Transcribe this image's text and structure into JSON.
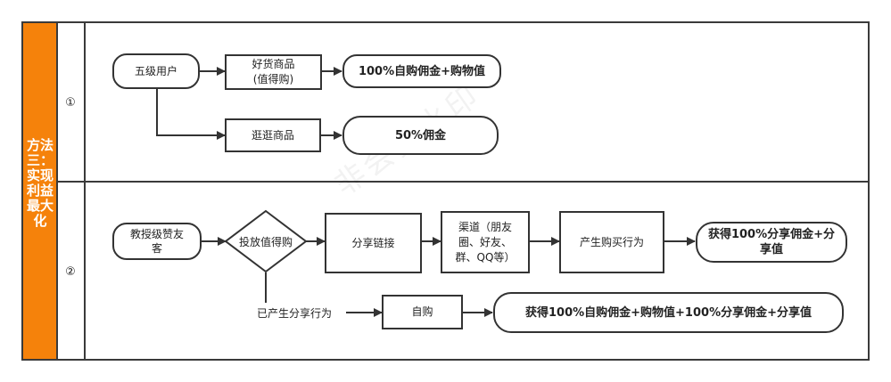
{
  "section": {
    "title": "方法三：实现利益最大化"
  },
  "row1": {
    "index": "①",
    "start": "五级用户",
    "good_item": "好货商品\n(值得购)",
    "good_result": "100%自购佣金+购物值",
    "browse_item": "逛逛商品",
    "browse_result": "50%佣金"
  },
  "row2": {
    "index": "②",
    "start": "教授级赞友\n客",
    "decision": "投放值得购",
    "share_link": "分享链接",
    "channel": "渠道（朋友\n圈、好友、\n群、QQ等）",
    "purchase": "产生购买行为",
    "share_result": "获得100%分享佣金+分\n享值",
    "branch_label": "已产生分享行为",
    "self_buy": "自购",
    "self_result": "获得100%自购佣金+购物值+100%分享佣金+分享值"
  },
  "watermark": "非会员水印",
  "colors": {
    "side": "#f5820b",
    "line": "#333333"
  }
}
